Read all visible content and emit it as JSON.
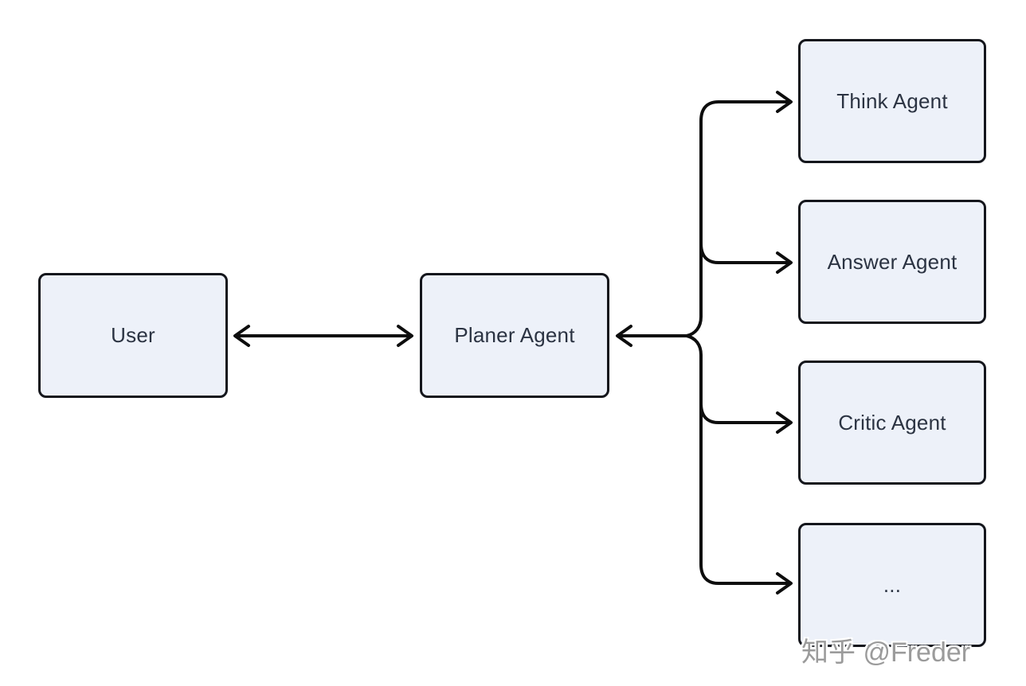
{
  "diagram": {
    "type": "flowchart",
    "direction": "left-to-right",
    "nodes": [
      {
        "id": "user",
        "label": "User"
      },
      {
        "id": "planer",
        "label": "Planer Agent"
      },
      {
        "id": "think",
        "label": "Think Agent"
      },
      {
        "id": "answer",
        "label": "Answer Agent"
      },
      {
        "id": "critic",
        "label": "Critic Agent"
      },
      {
        "id": "more",
        "label": "..."
      }
    ],
    "edges": [
      {
        "from": "user",
        "to": "planer",
        "style": "bidirectional-arrow"
      },
      {
        "from": "agents-hub",
        "to": "planer",
        "style": "arrow-left"
      },
      {
        "from": "agents-hub",
        "to": "think",
        "style": "arrow-right"
      },
      {
        "from": "agents-hub",
        "to": "answer",
        "style": "arrow-right"
      },
      {
        "from": "agents-hub",
        "to": "critic",
        "style": "arrow-right"
      },
      {
        "from": "agents-hub",
        "to": "more",
        "style": "arrow-right"
      }
    ],
    "colors": {
      "node_fill": "#edf1f9",
      "node_border": "#14161c",
      "node_text": "#2b3342",
      "edge": "#0d0d0d",
      "background": "#ffffff"
    }
  },
  "watermark": {
    "text": "知乎 @Freder",
    "color": "#9b9b9b"
  }
}
